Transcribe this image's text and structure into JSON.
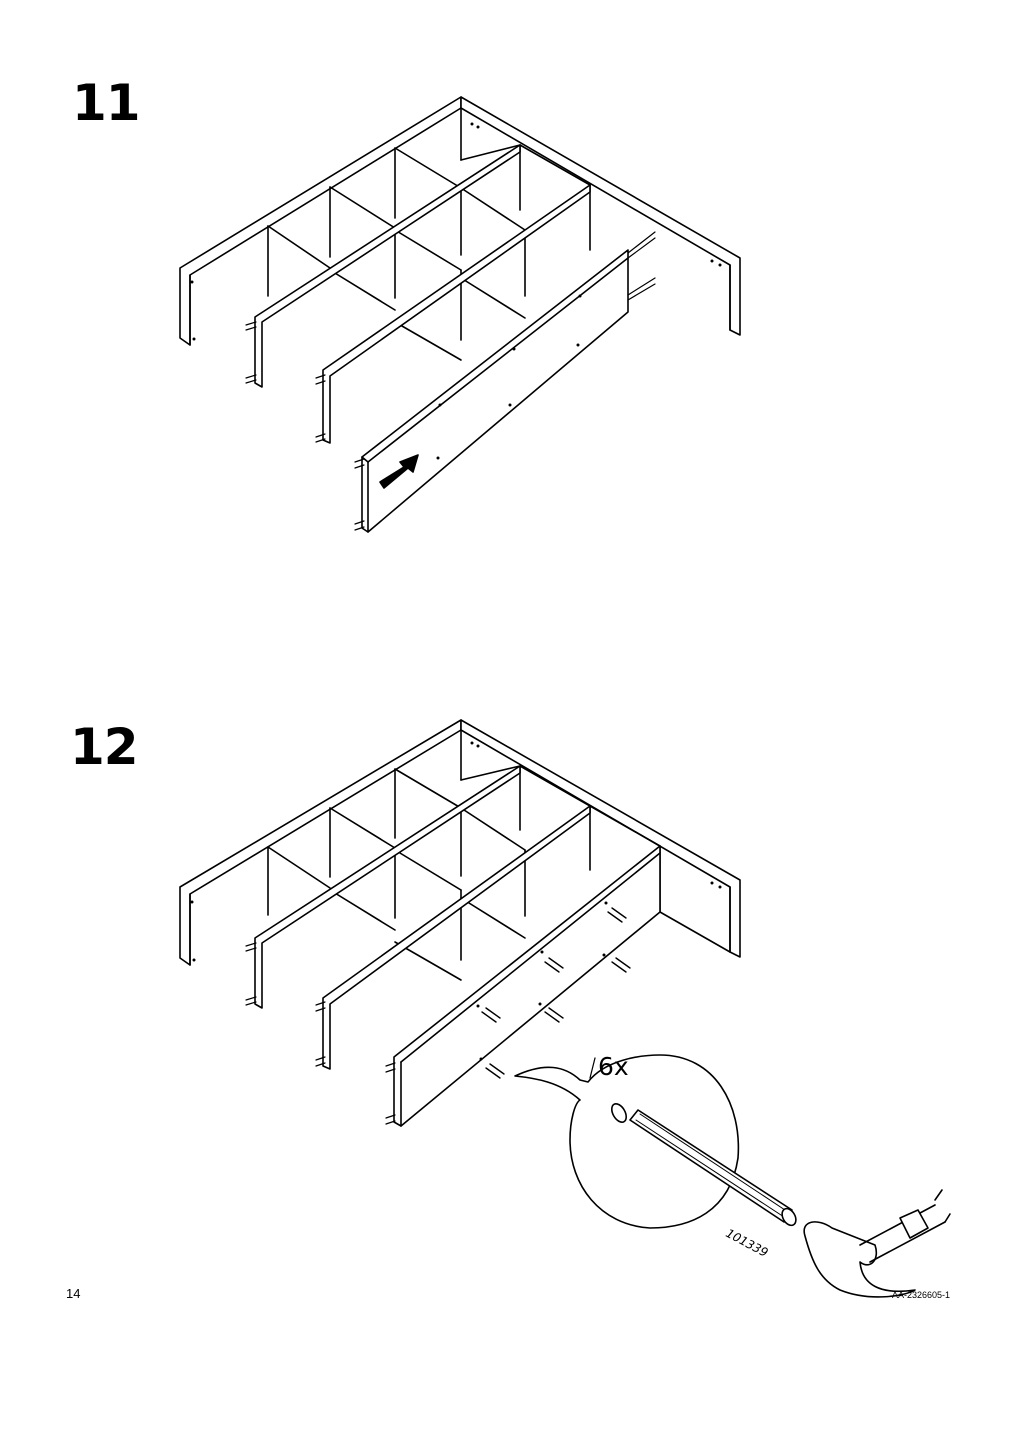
{
  "steps": [
    {
      "number": "11"
    },
    {
      "number": "12",
      "callout": {
        "quantity": "6x",
        "part_number": "101339"
      }
    }
  ],
  "footer": {
    "page_number": "14",
    "document_code": "AA-2326605-1"
  },
  "icons": [
    "push-arrow-icon",
    "hammer-icon",
    "dowel-icon"
  ]
}
